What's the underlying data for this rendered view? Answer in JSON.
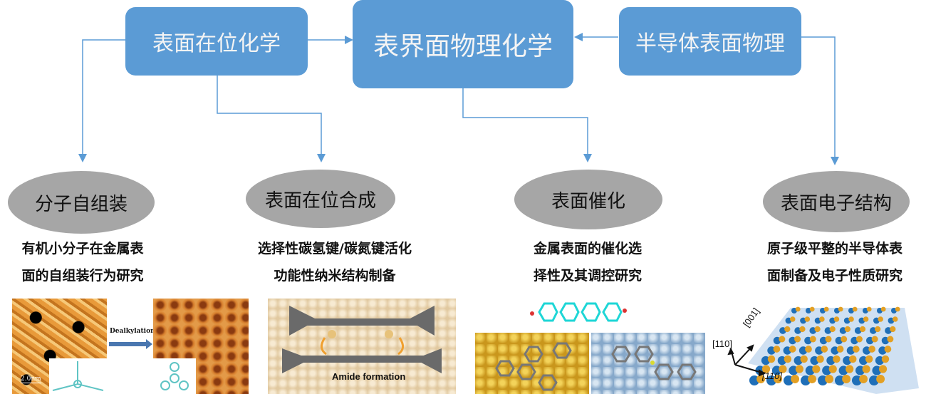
{
  "top_boxes": {
    "left": "表面在位化学",
    "center": "表界面物理化学",
    "right": "半导体表面物理"
  },
  "topics": [
    {
      "title": "分子自组装",
      "desc": [
        "有机小分子在金属表",
        "面的自组装行为研究"
      ]
    },
    {
      "title": "表面在位合成",
      "desc": [
        "选择性碳氢键/碳氮键活化",
        "功能性纳米结构制备"
      ]
    },
    {
      "title": "表面催化",
      "desc": [
        "金属表面的催化选",
        "择性及其调控研究"
      ]
    },
    {
      "title": "表面电子结构",
      "desc": [
        "原子级平整的半导体表",
        "面制备及电子性质研究"
      ]
    }
  ],
  "figures": {
    "self_assembly": {
      "arrow_label": "Dealkylation",
      "scale_bar": "2.0nm"
    },
    "synthesis": {
      "caption": "Amide formation"
    },
    "lattice": {
      "axis_a": "[001]",
      "axis_b": "[110]",
      "axis_c": "[110]"
    }
  },
  "colors": {
    "box": "#5b9bd5",
    "ellipse": "#a6a6a6",
    "line": "#5b9bd5"
  }
}
